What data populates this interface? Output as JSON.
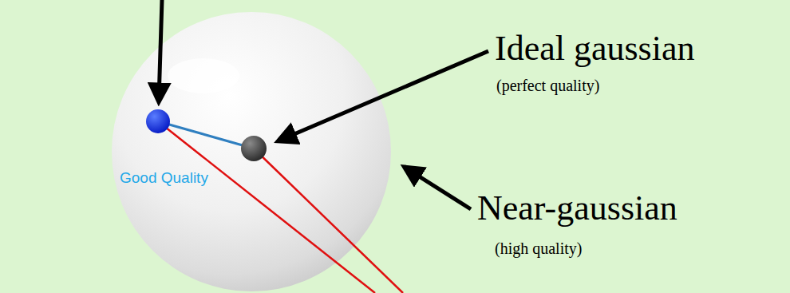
{
  "diagram": {
    "labels": [
      "Ideal gaussian",
      "(perfect quality)",
      "Good Quality",
      "Near-gaussian",
      "(high quality)"
    ]
  }
}
